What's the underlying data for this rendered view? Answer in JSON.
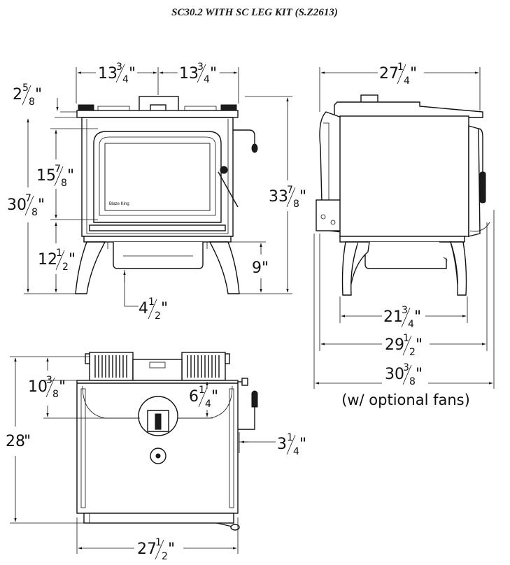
{
  "title": "SC30.2 WITH SC LEG KIT (S.Z2613)",
  "front_view": {
    "half_width_left": {
      "whole": "13",
      "num": "3",
      "den": "4",
      "unit": "\""
    },
    "half_width_right": {
      "whole": "13",
      "num": "3",
      "den": "4",
      "unit": "\""
    },
    "top_offset": {
      "whole": "2",
      "num": "5",
      "den": "8",
      "unit": "\""
    },
    "door_height": {
      "whole": "15",
      "num": "7",
      "den": "8",
      "unit": "\""
    },
    "body_height": {
      "whole": "30",
      "num": "7",
      "den": "8",
      "unit": "\""
    },
    "overall_height": {
      "whole": "33",
      "num": "7",
      "den": "8",
      "unit": "\""
    },
    "leg_height": {
      "whole": "12",
      "num": "1",
      "den": "2",
      "unit": "\""
    },
    "floor_clearance": {
      "whole": "9",
      "unit": "\""
    },
    "ash_offset": {
      "whole": "4",
      "num": "1",
      "den": "2",
      "unit": "\""
    },
    "logo_text": "Blaze King"
  },
  "side_view": {
    "top_depth": {
      "whole": "27",
      "num": "1",
      "den": "4",
      "unit": "\""
    },
    "leg_span": {
      "whole": "21",
      "num": "3",
      "den": "4",
      "unit": "\""
    },
    "overall_depth": {
      "whole": "29",
      "num": "1",
      "den": "2",
      "unit": "\""
    },
    "fan_depth": {
      "whole": "30",
      "num": "3",
      "den": "8",
      "unit": "\""
    },
    "fan_note": "(w/ optional fans)"
  },
  "top_view": {
    "fan_to_flue": {
      "whole": "10",
      "num": "3",
      "den": "8",
      "unit": "\""
    },
    "flue_offset": {
      "whole": "6",
      "num": "1",
      "den": "4",
      "unit": "\""
    },
    "depth": {
      "whole": "28",
      "unit": "\""
    },
    "handle_offset": {
      "whole": "3",
      "num": "1",
      "den": "4",
      "unit": "\""
    },
    "width": {
      "whole": "27",
      "num": "1",
      "den": "2",
      "unit": "\""
    }
  }
}
